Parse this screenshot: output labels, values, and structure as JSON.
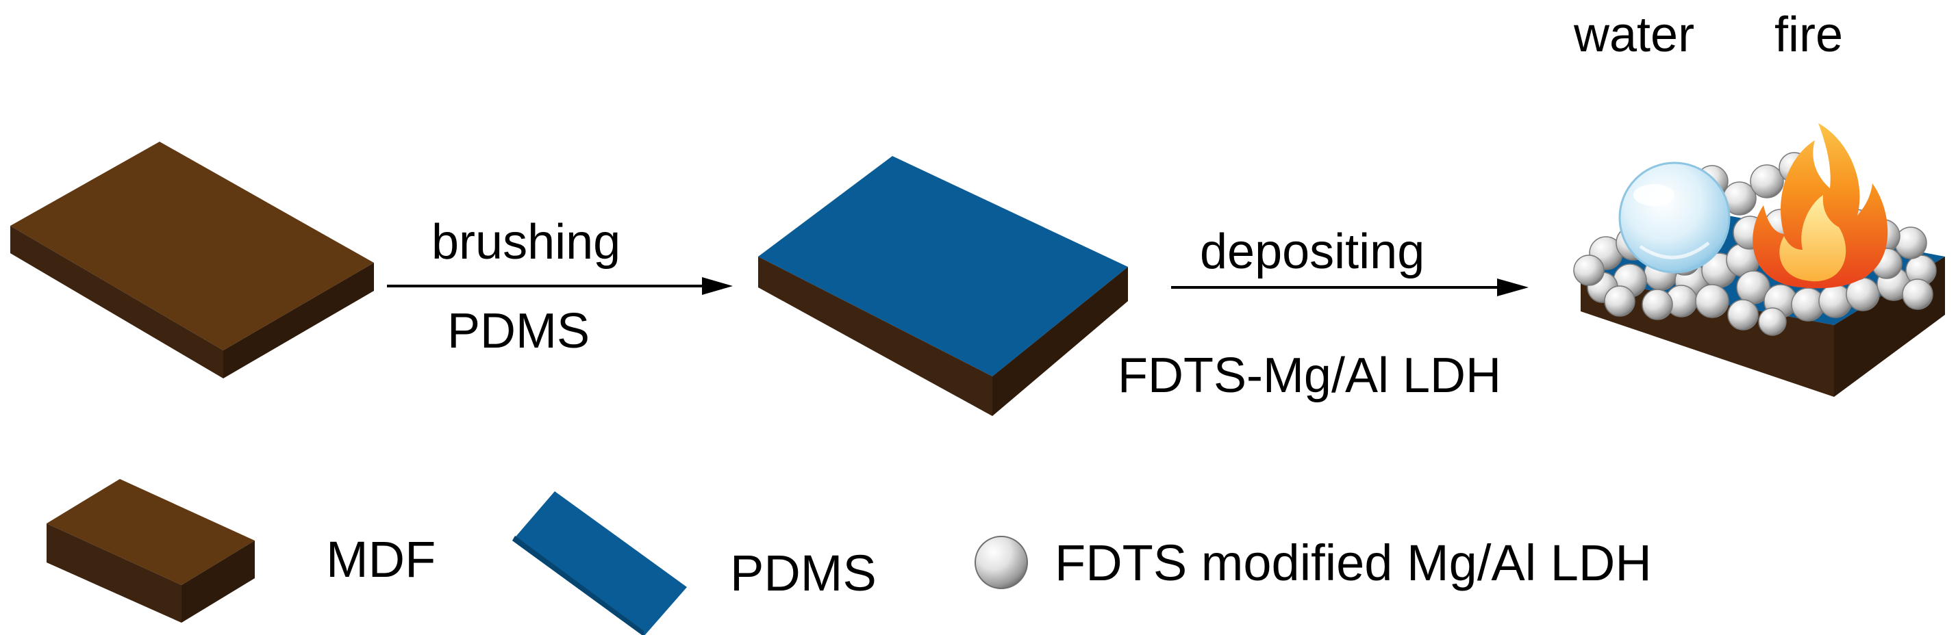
{
  "process": {
    "step1": {
      "above": "brushing",
      "below": "PDMS"
    },
    "step2": {
      "above": "depositing",
      "below": "FDTS-Mg/Al LDH"
    },
    "product_labels": {
      "water": "water",
      "fire": "fire"
    }
  },
  "legend": {
    "mdf": "MDF",
    "pdms": "PDMS",
    "ldh": "FDTS modified Mg/Al LDH"
  },
  "colors": {
    "mdf_top": "#603913",
    "mdf_side": "#3c2410",
    "pdms_top": "#0a5c96",
    "arrow": "#000000",
    "flame_outer": "#f15a24",
    "flame_inner": "#fbb03b",
    "water_droplet": "#cfe9f5",
    "sphere_light": "#ffffff",
    "sphere_dark": "#8c8c8c"
  },
  "icons": {
    "water": "water-droplet-icon",
    "fire": "flame-icon",
    "ldh": "sphere-icon"
  }
}
